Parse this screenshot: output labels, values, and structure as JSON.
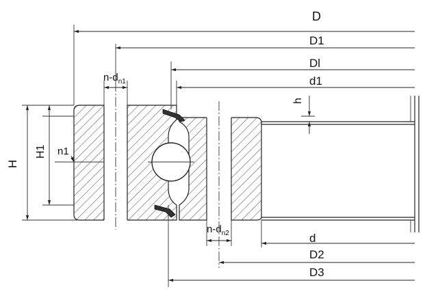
{
  "labels": {
    "D": "D",
    "D1": "D1",
    "Dl": "Dl",
    "d1": "d1",
    "h": "h",
    "H": "H",
    "H1": "H1",
    "n1": "n1",
    "nd1_main": "n-d",
    "nd1_sub": "n1",
    "nd2_main": "n-d",
    "nd2_sub": "n2",
    "d": "d",
    "D2": "D2",
    "D3": "D3"
  }
}
